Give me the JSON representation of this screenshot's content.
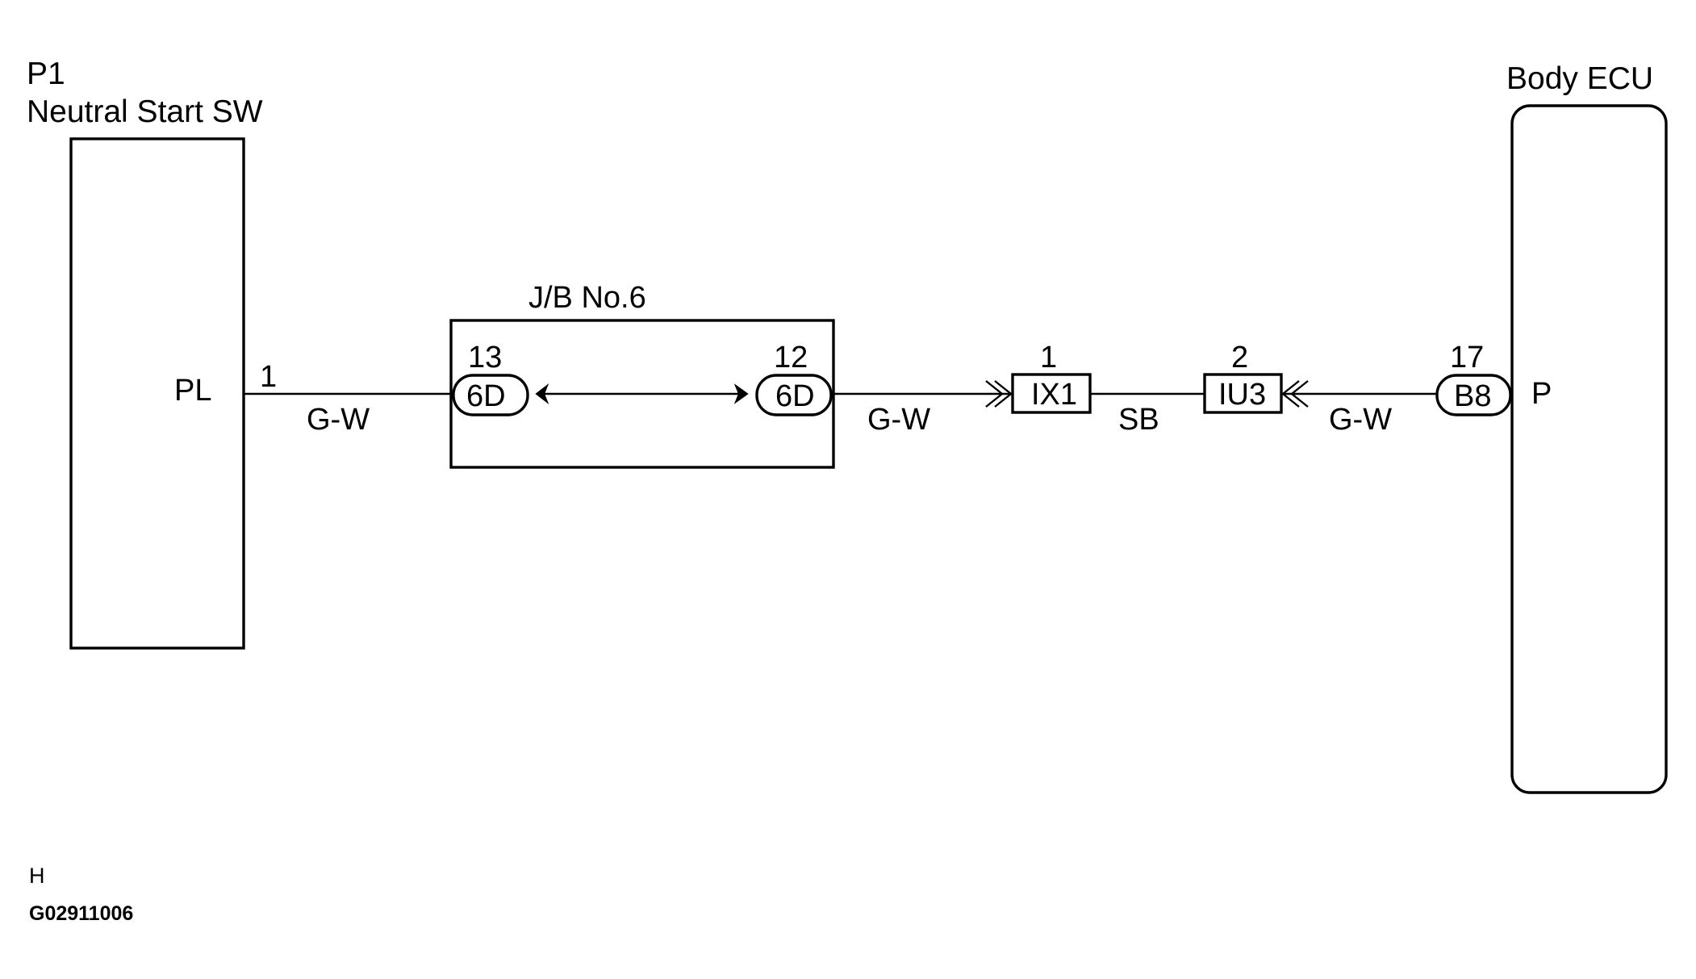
{
  "components": {
    "neutral_start_sw": {
      "ref": "P1",
      "name": "Neutral Start SW",
      "terminal_label": "PL",
      "pin": "1"
    },
    "junction_block": {
      "name": "J/B No.6",
      "left_pin": "13",
      "left_connector": "6D",
      "right_pin": "12",
      "right_connector": "6D"
    },
    "body_ecu": {
      "name": "Body ECU",
      "terminal_label": "P",
      "pin": "17",
      "connector": "B8"
    }
  },
  "junction_connectors": [
    {
      "pin": "1",
      "code": "IX1"
    },
    {
      "pin": "2",
      "code": "IU3"
    }
  ],
  "wires": {
    "sw_to_jb": "G-W",
    "jb_to_ix1": "G-W",
    "ix1_to_iu3": "SB",
    "iu3_to_ecu": "G-W"
  },
  "footer": {
    "letter": "H",
    "figure_code": "G02911006"
  }
}
